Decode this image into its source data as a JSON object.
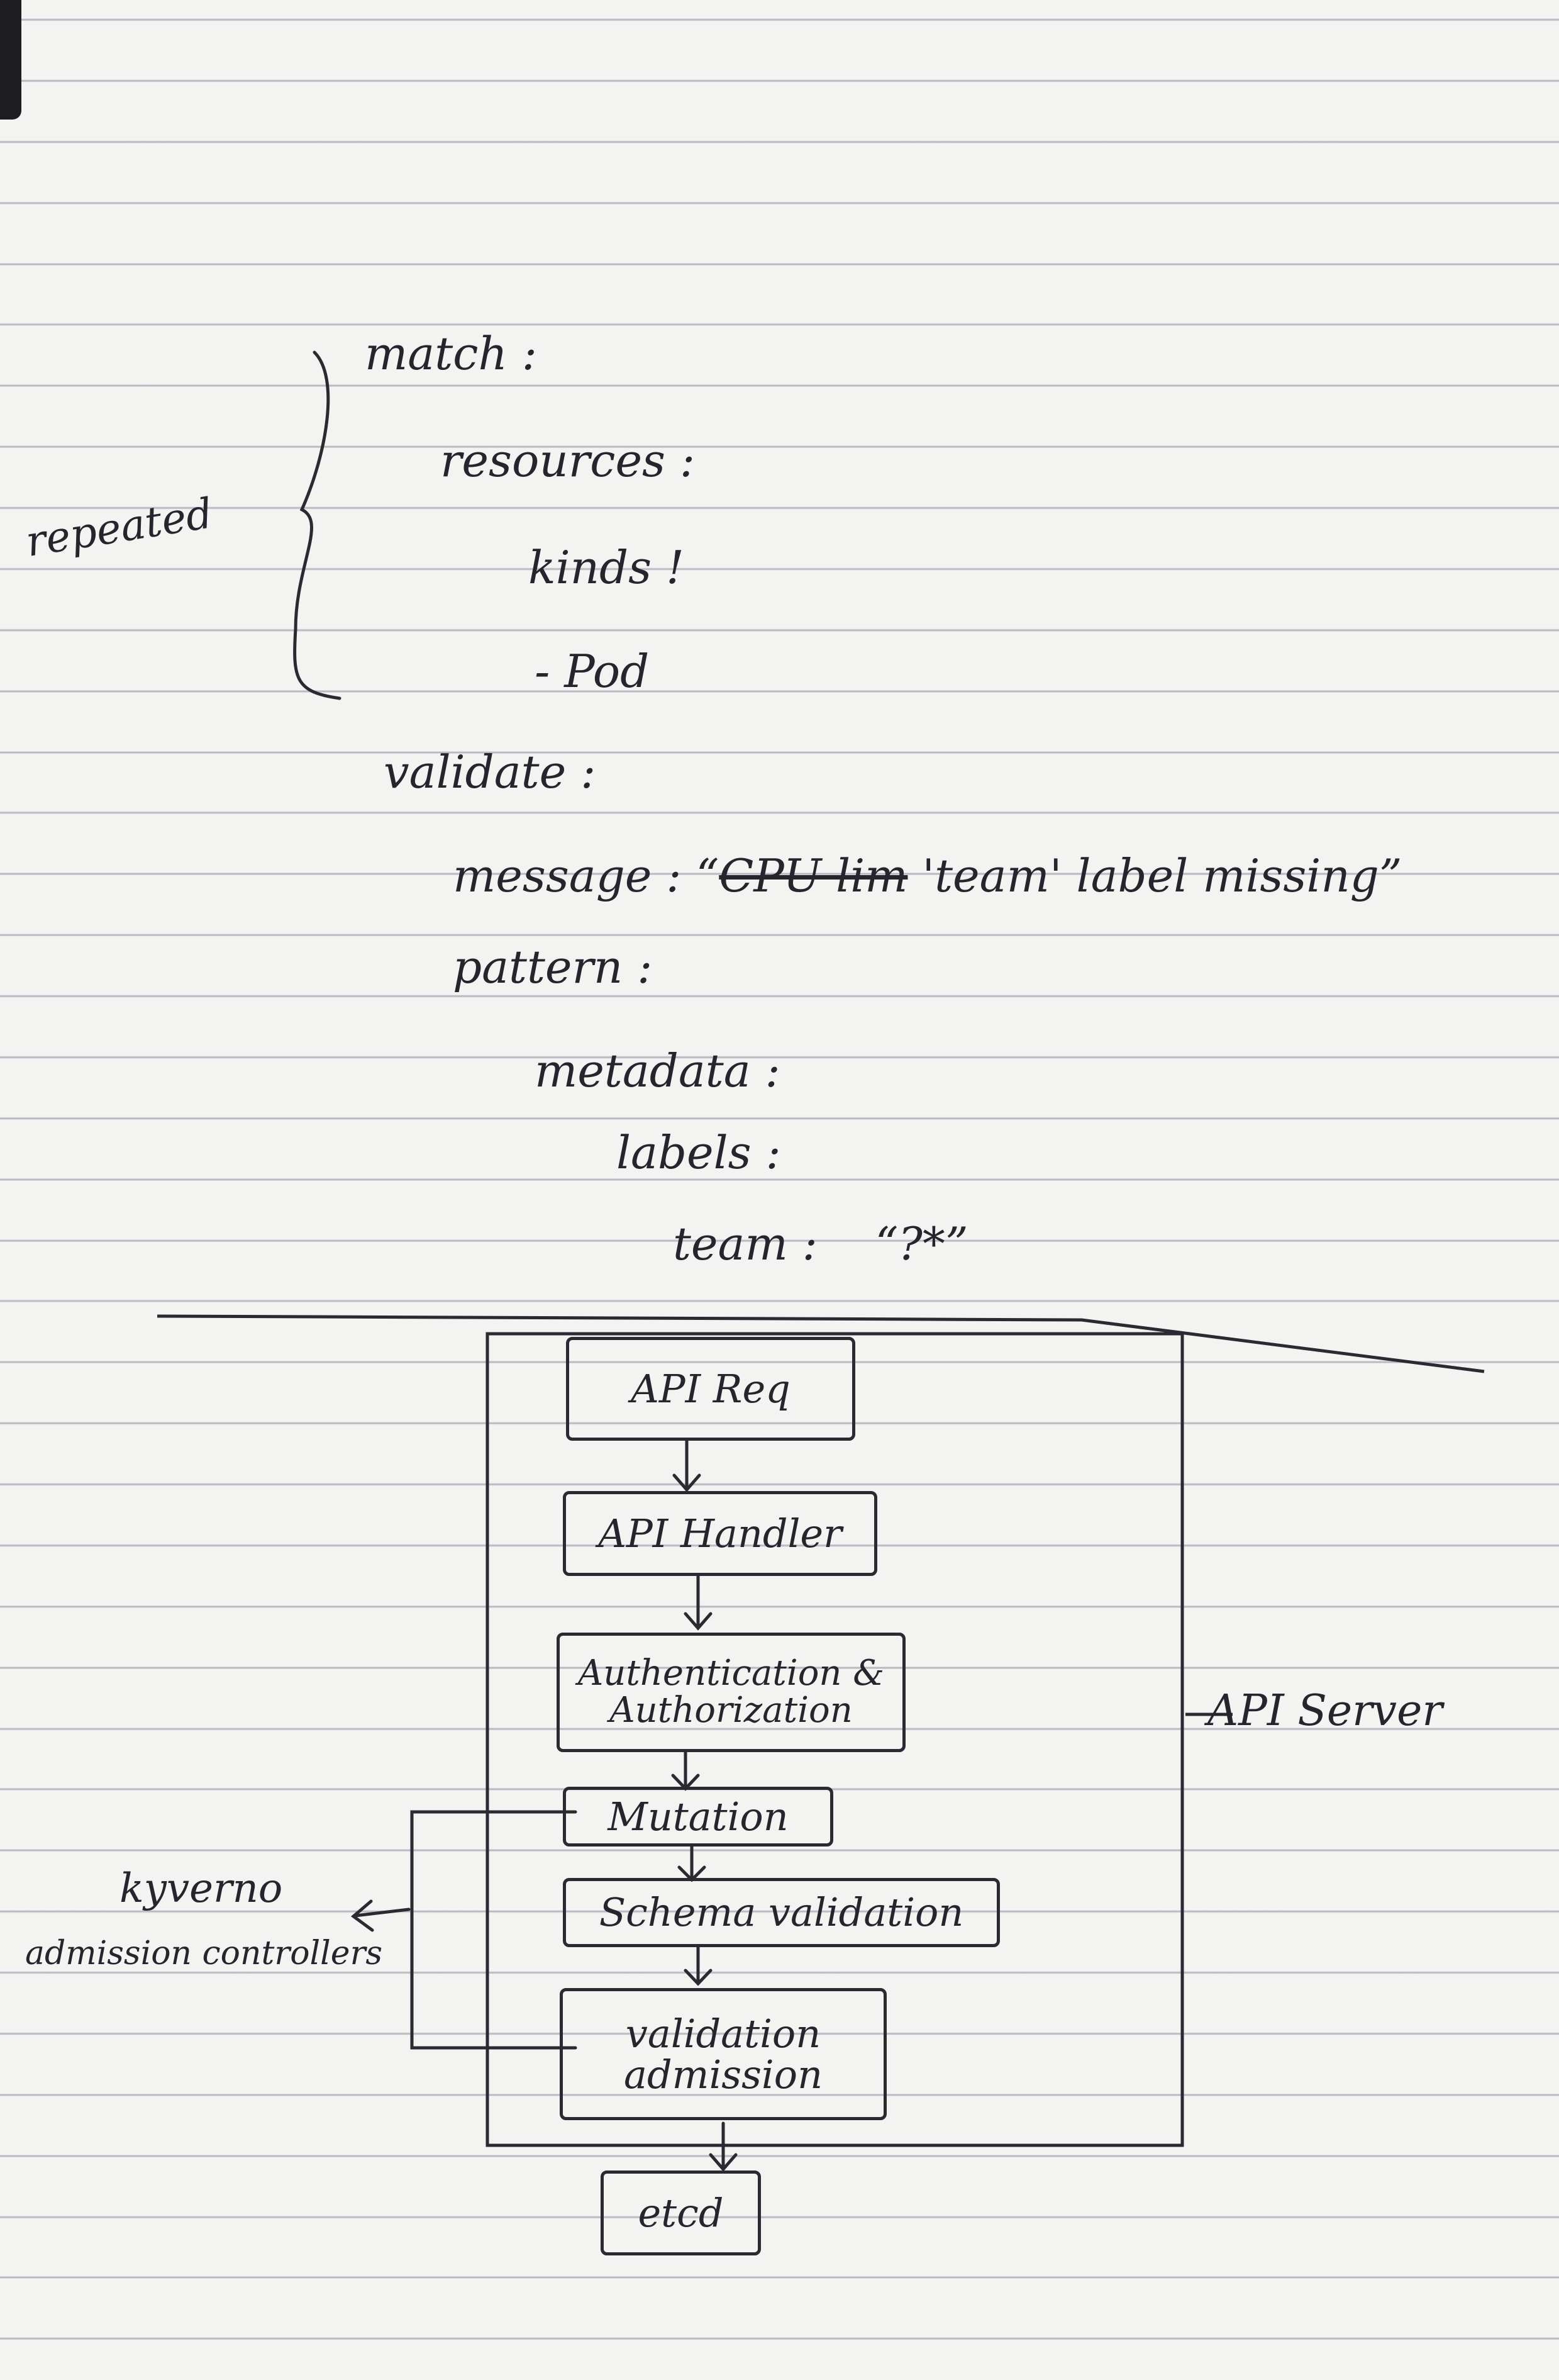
{
  "yaml": {
    "match": "match :",
    "resources": "resources :",
    "kinds": "kinds !",
    "pod": "- Pod",
    "validate": "validate :",
    "message_key": "message :",
    "message_open_quote": "“",
    "message_struck": "CPU lim",
    "message_value": "'team' label missing”",
    "pattern": "pattern :",
    "metadata": "metadata :",
    "labels": "labels :",
    "team": "team :",
    "team_value": "“?*”",
    "annotation_repeated": "repeated"
  },
  "diagram": {
    "steps": [
      {
        "label": "API Req"
      },
      {
        "label": "API Handler"
      },
      {
        "label": "Authentication &",
        "label2": "Authorization"
      },
      {
        "label": "Mutation"
      },
      {
        "label": "Schema validation"
      },
      {
        "label": "validation",
        "label2": "admission"
      },
      {
        "label": "etcd"
      }
    ],
    "group_label": "API Server",
    "side_label_1": "kyverno",
    "side_label_2": "admission controllers"
  },
  "colors": {
    "ink": "#2a2a33",
    "paper": "#f3f3f1",
    "rule_lines": "#46506e"
  }
}
